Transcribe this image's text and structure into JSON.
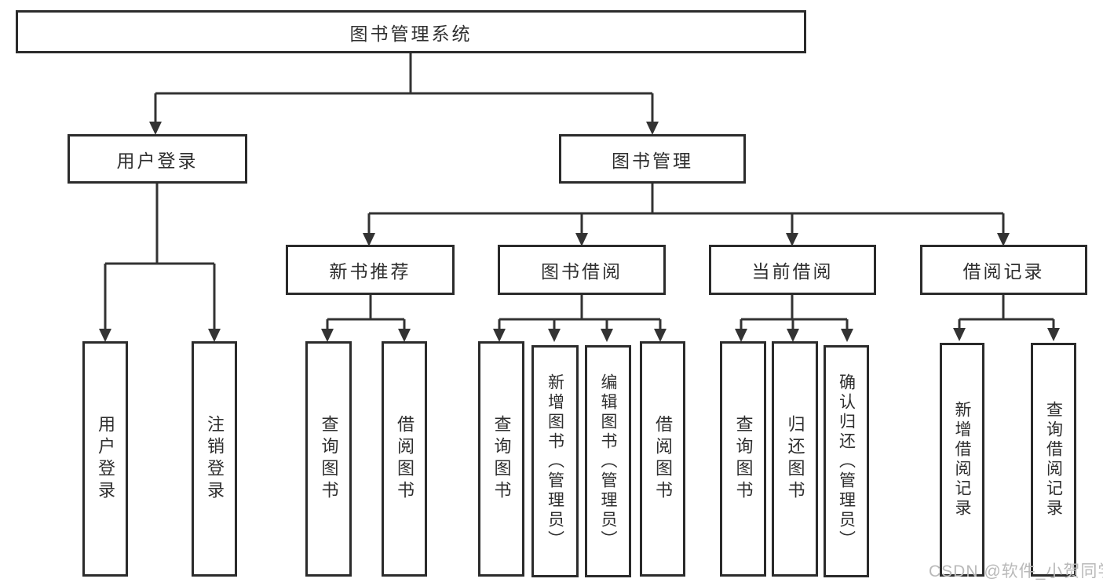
{
  "diagram": {
    "title": "图书管理系统",
    "root": {
      "label": "图书管理系统"
    },
    "branches": [
      {
        "label": "用户登录",
        "children": [
          "用户登录",
          "注销登录"
        ]
      },
      {
        "label": "图书管理",
        "children": [
          {
            "label": "新书推荐",
            "children": [
              "查询图书",
              "借阅图书"
            ]
          },
          {
            "label": "图书借阅",
            "children": [
              "查询图书",
              "新增图书（管理员）",
              "编辑图书（管理员）",
              "借阅图书"
            ]
          },
          {
            "label": "当前借阅",
            "children": [
              "查询图书",
              "归还图书",
              "确认归还（管理员）"
            ]
          },
          {
            "label": "借阅记录",
            "children": [
              "新增借阅记录",
              "查询借阅记录"
            ]
          }
        ]
      }
    ],
    "colors": {
      "line": "#333333",
      "box_border": "#2b2b2b",
      "text": "#2f2f2f",
      "background": "#ffffff",
      "watermark": "#b9b9b9"
    }
  },
  "watermark": {
    "text": "CSDN @软件_小贺同学"
  }
}
